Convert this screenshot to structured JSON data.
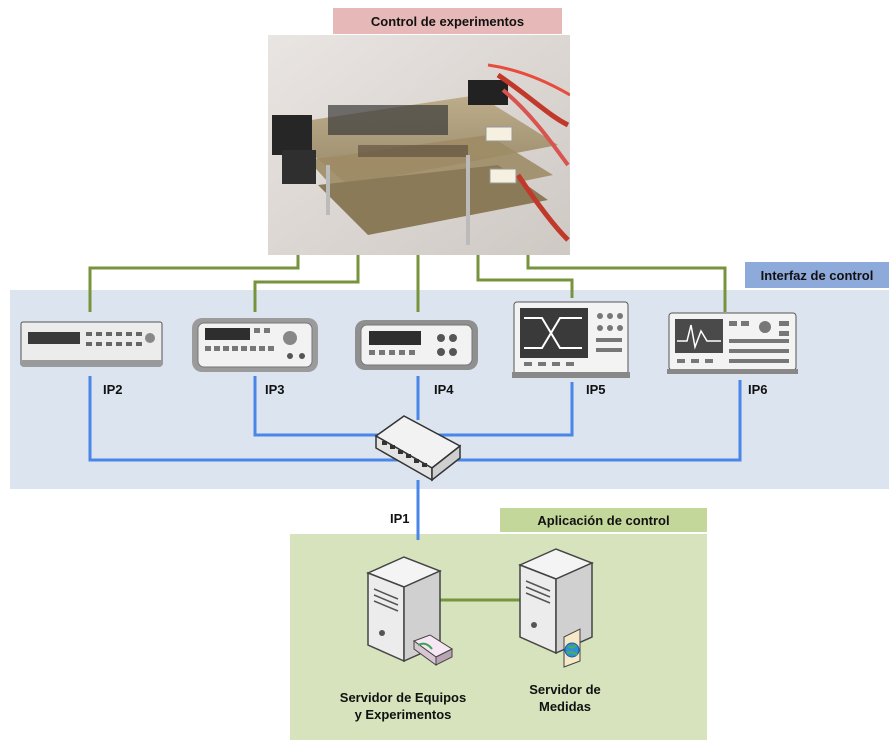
{
  "labels": {
    "top": "Control de experimentos",
    "interface": "Interfaz de control",
    "app": "Aplicación de control"
  },
  "instruments": [
    {
      "ip": "IP2",
      "icon": "rack-instrument-icon"
    },
    {
      "ip": "IP3",
      "icon": "function-generator-icon"
    },
    {
      "ip": "IP4",
      "icon": "multimeter-icon"
    },
    {
      "ip": "IP5",
      "icon": "oscilloscope-icon"
    },
    {
      "ip": "IP6",
      "icon": "analyzer-icon"
    }
  ],
  "network": {
    "uplink_ip": "IP1",
    "switch_icon": "network-switch-icon"
  },
  "servers": [
    {
      "line1": "Servidor de Equipos",
      "line2": "y Experimentos",
      "icon": "server-tower-icon"
    },
    {
      "line1": "Servidor de",
      "line2": "Medidas",
      "icon": "database-server-icon"
    }
  ],
  "colors": {
    "top_band": "#e6b9b8",
    "interface_band": "#dce4f0",
    "interface_tag": "#8eaadb",
    "app_band": "#d6e3bc",
    "app_tag": "#c4d79b",
    "control_line": "#77933c",
    "network_line": "#4a86e8"
  }
}
